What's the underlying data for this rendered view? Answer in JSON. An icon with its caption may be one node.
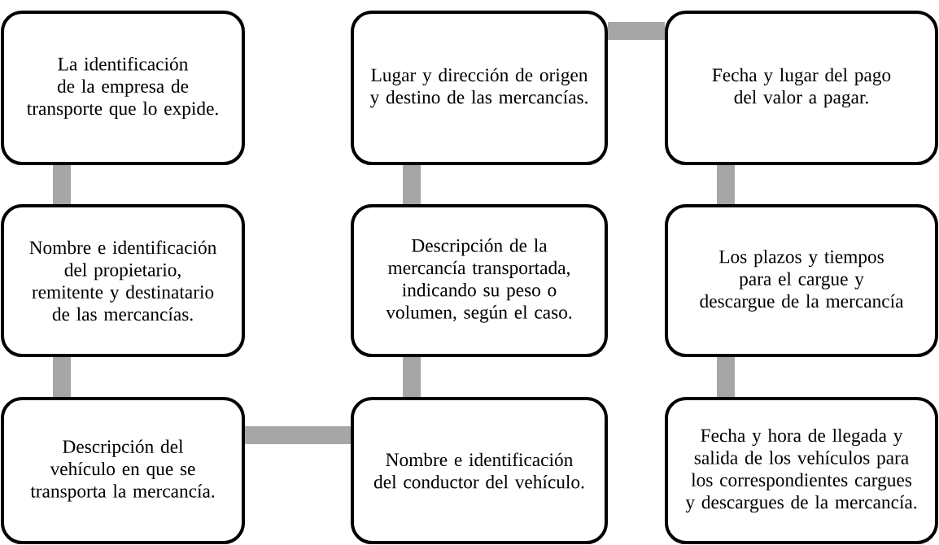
{
  "diagram": {
    "nodes": [
      {
        "text": [
          "La identificación de la empresa de transporte que lo expide."
        ]
      },
      {
        "text": [
          "Lugar y dirección de origen y destino de las mercancías."
        ]
      },
      {
        "text": [
          "Fecha y lugar del pago del valor a pagar."
        ]
      },
      {
        "text": [
          "Nombre e identificación del propietario, remitente y destinatario de las mercancías."
        ]
      },
      {
        "text": [
          "Descripción de la mercancía transportada, indicando su peso o volumen, según el caso."
        ]
      },
      {
        "text": [
          "Los plazos y tiempos para el cargue y descargue de la mercancía"
        ]
      },
      {
        "text": [
          "Descripción del vehículo en que se transporta la mercancía."
        ]
      },
      {
        "text": [
          "Nombre e identificación del conductor del vehículo."
        ]
      },
      {
        "text": [
          "Fecha y hora de llegada y salida de los vehículos para los correspondientes cargues y descargues de la mercancía."
        ]
      }
    ],
    "edges": [
      {
        "from": 0,
        "to": 3,
        "arrow": "none"
      },
      {
        "from": 3,
        "to": 6,
        "arrow": "none"
      },
      {
        "from": 6,
        "to": 7,
        "arrow": "none"
      },
      {
        "from": 7,
        "to": 4,
        "arrow": "none"
      },
      {
        "from": 4,
        "to": 1,
        "arrow": "none"
      },
      {
        "from": 1,
        "to": 2,
        "arrow": "none"
      },
      {
        "from": 2,
        "to": 5,
        "arrow": "none"
      },
      {
        "from": 5,
        "to": 8,
        "arrow": "none"
      }
    ]
  }
}
